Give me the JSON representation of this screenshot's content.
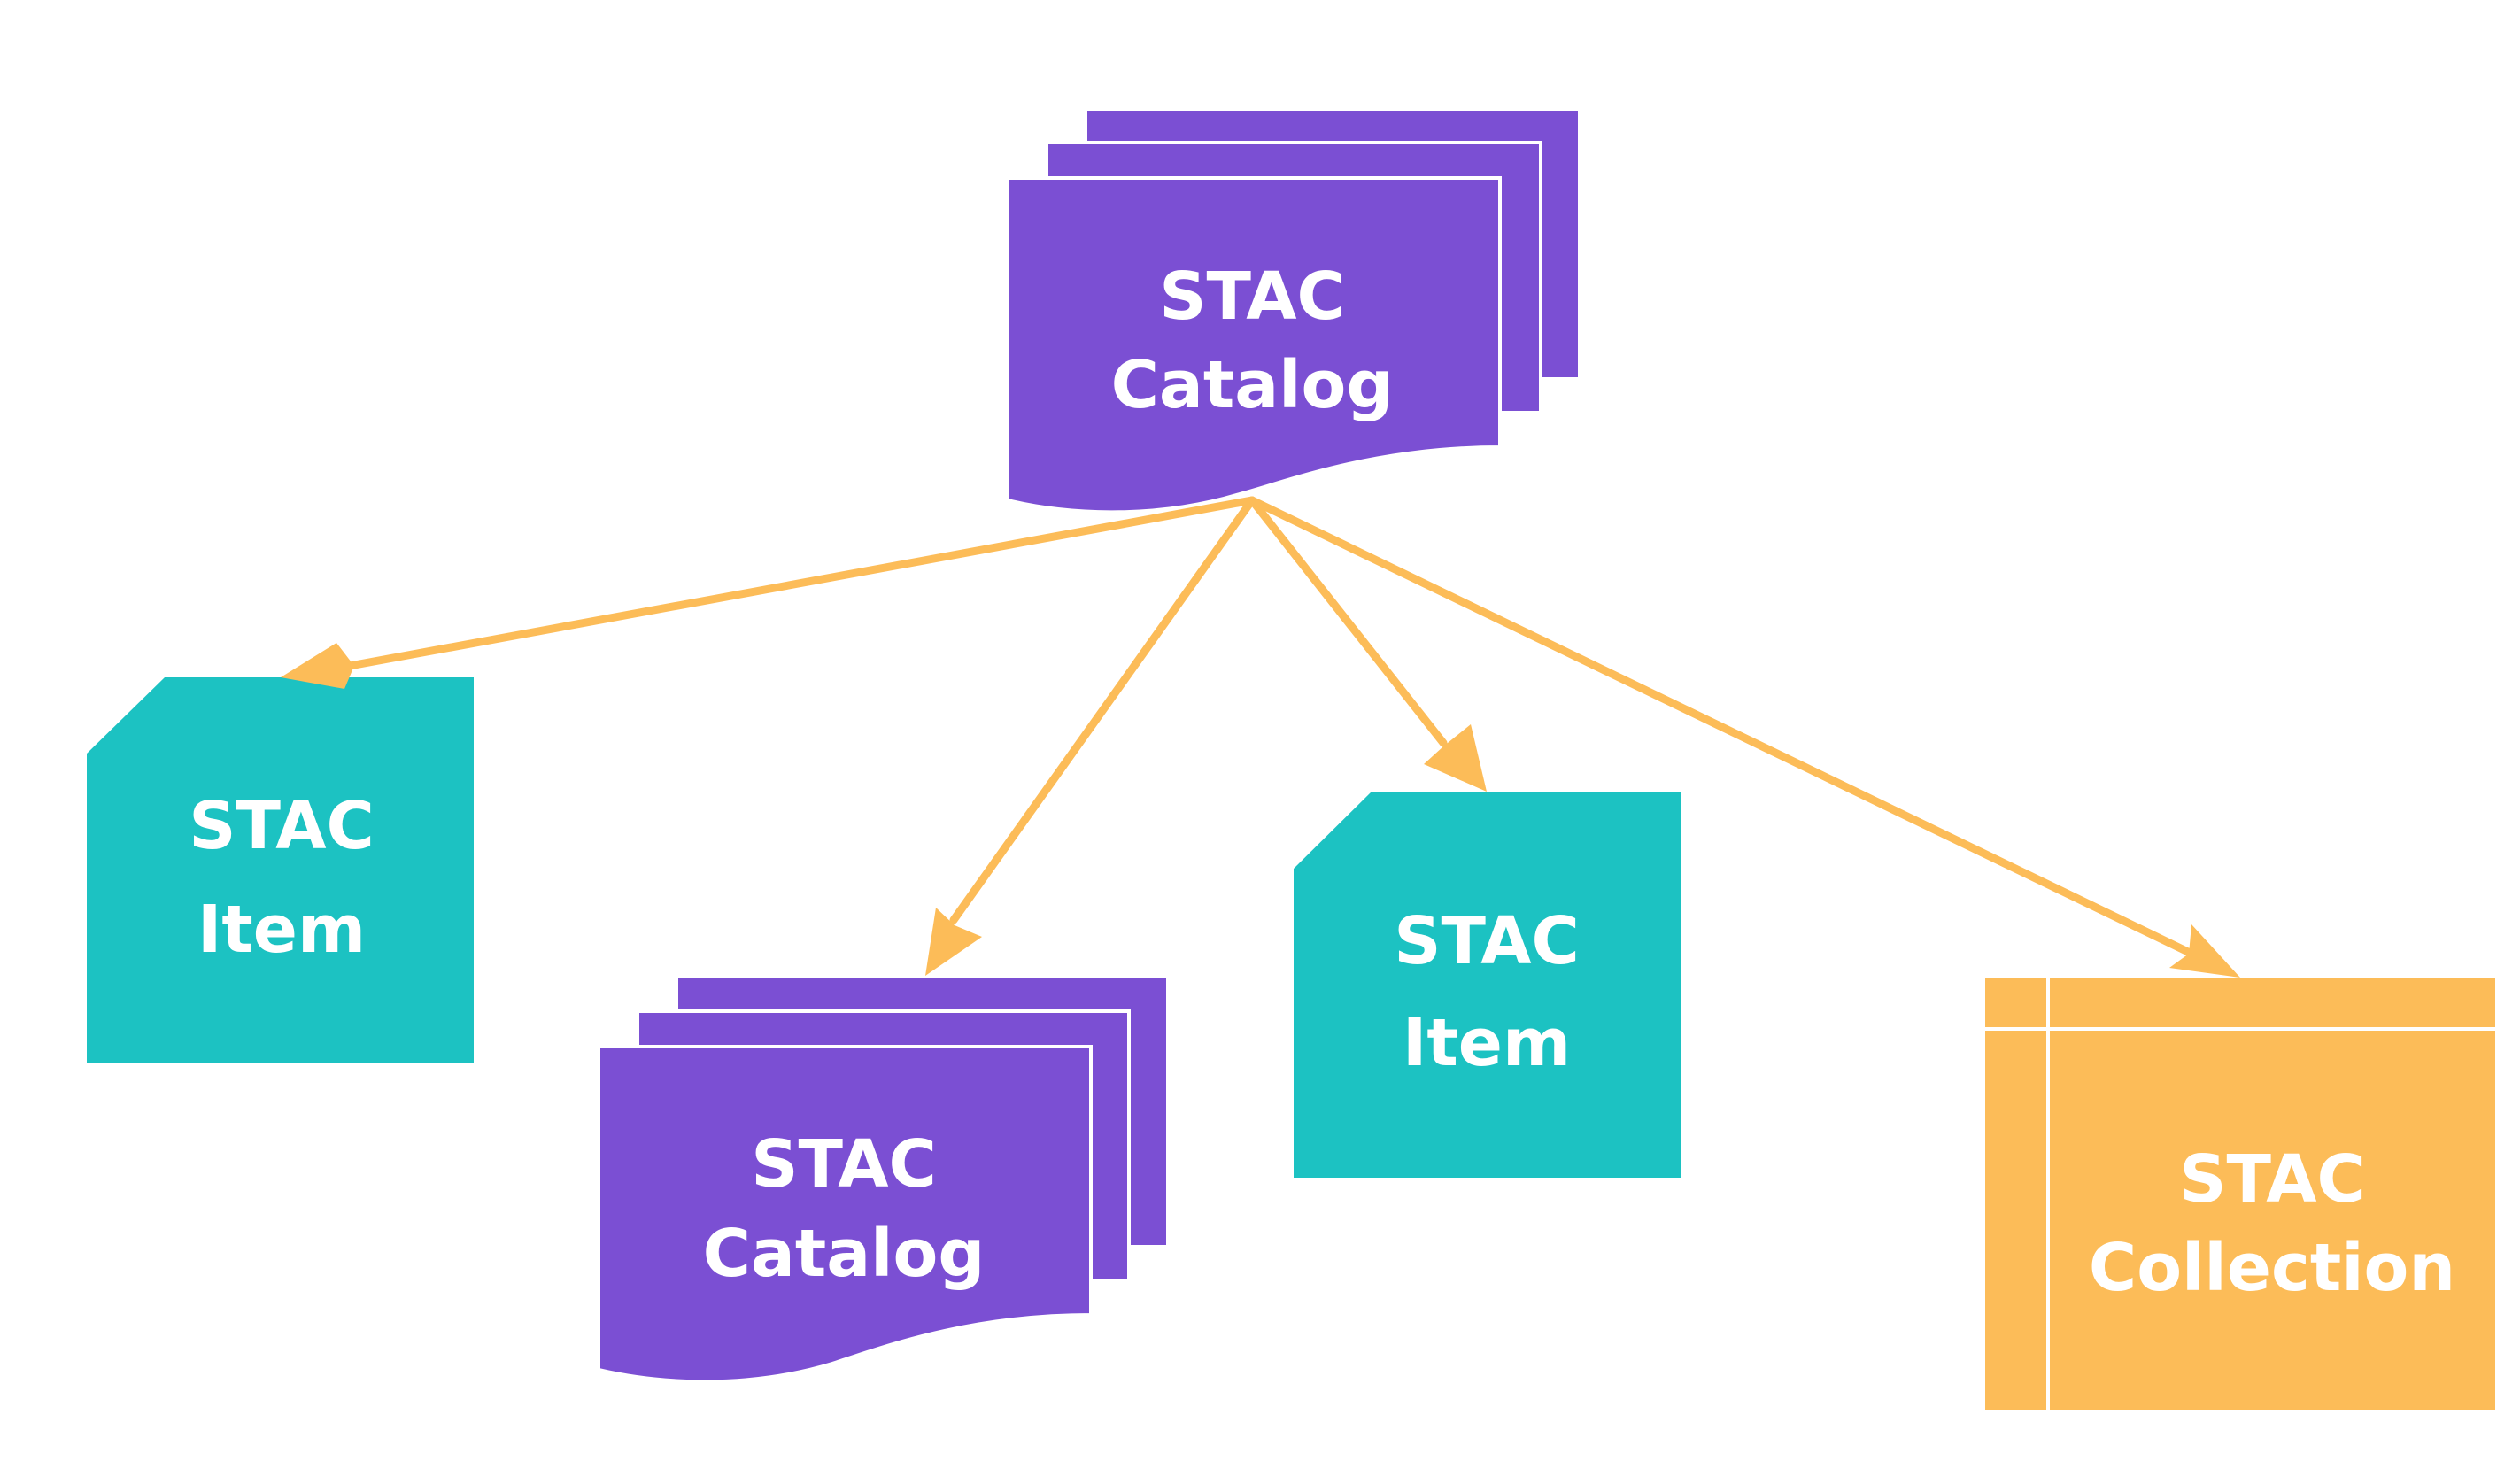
{
  "colors": {
    "catalog": "#7b4fd3",
    "item": "#1cc2c2",
    "collection": "#fcbc58",
    "arrow": "#fcbc58",
    "label": "#ffffff"
  },
  "nodes": {
    "root_catalog": {
      "line1": "STAC",
      "line2": "Catalog",
      "shape": "stacked-document"
    },
    "item_left": {
      "line1": "STAC",
      "line2": "Item",
      "shape": "document-with-folded-corner"
    },
    "child_catalog": {
      "line1": "STAC",
      "line2": "Catalog",
      "shape": "stacked-document"
    },
    "item_middle": {
      "line1": "STAC",
      "line2": "Item",
      "shape": "document-with-folded-corner"
    },
    "collection": {
      "line1": "STAC",
      "line2": "Collection",
      "shape": "internal-storage"
    }
  },
  "edges": [
    {
      "from": "root_catalog",
      "to": "item_left"
    },
    {
      "from": "root_catalog",
      "to": "child_catalog"
    },
    {
      "from": "root_catalog",
      "to": "item_middle"
    },
    {
      "from": "root_catalog",
      "to": "collection"
    }
  ]
}
